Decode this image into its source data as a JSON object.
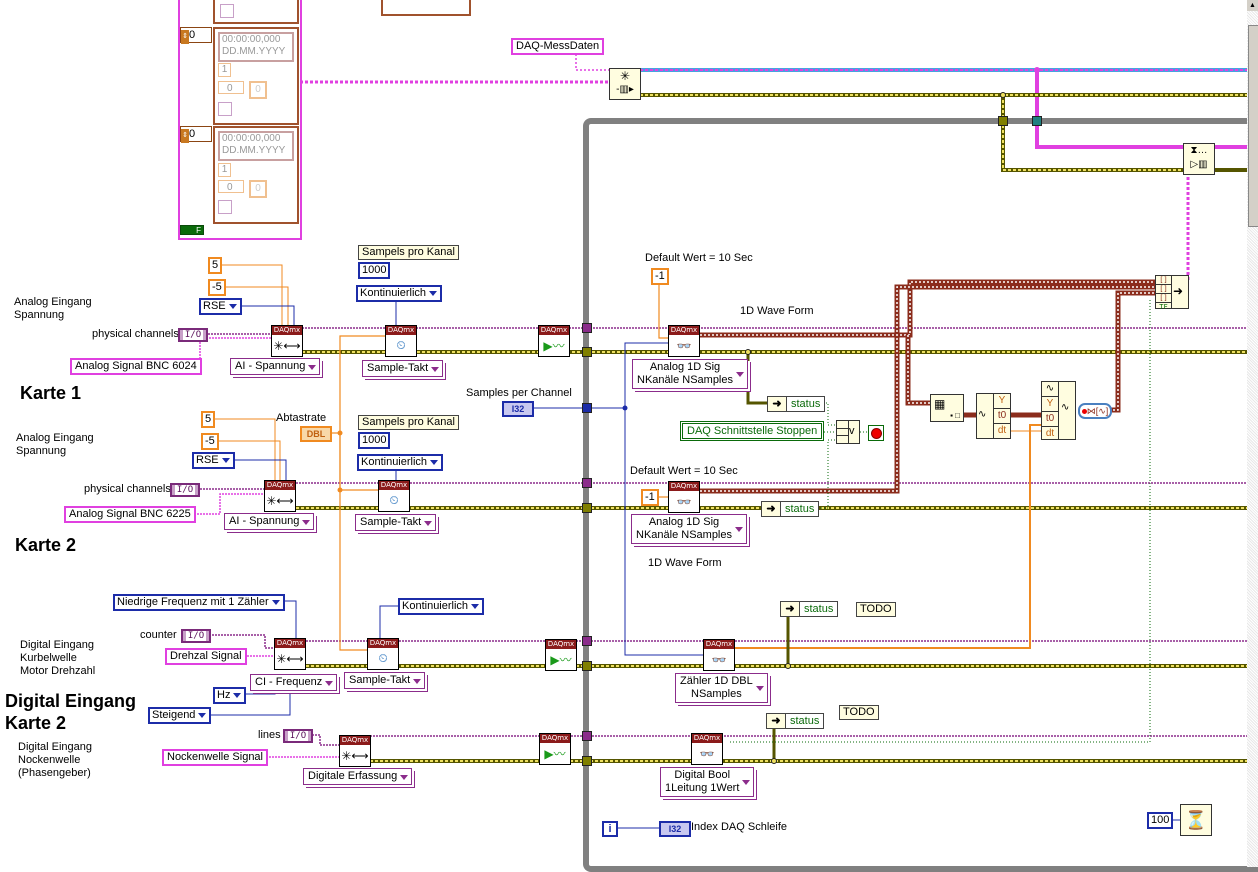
{
  "diagram": {
    "queue_name": "DAQ-MessDaten",
    "top_section": {
      "array_index_1": "0",
      "array_index_2": "0",
      "timestamp_text_1": "00:00:00,000",
      "timestamp_date_1": "DD.MM.YYYY",
      "timestamp_text_2": "00:00:00,000",
      "timestamp_date_2": "DD.MM.YYYY",
      "num_1a": "1",
      "num_1b": "0",
      "num_1c": "0",
      "num_2a": "1",
      "num_2b": "0",
      "num_2c": "0",
      "bool_const": "F"
    },
    "card1": {
      "title": "Karte 1",
      "desc_line1": "Analog Eingang",
      "desc_line2": "Spannung",
      "max_val": "5",
      "min_val": "-5",
      "terminal_config": "RSE",
      "physical_channels_label": "physical channels",
      "io_text": "I/O",
      "channel_name": "Analog Signal  BNC 6024",
      "task_type": "AI - Spannung",
      "samples_label": "Sampels pro Kanal",
      "samples_value": "1000",
      "mode": "Kontinuierlich",
      "timing": "Sample-Takt"
    },
    "card2": {
      "title": "Karte 2",
      "desc_line1": "Analog Eingang",
      "desc_line2": "Spannung",
      "max_val": "5",
      "min_val": "-5",
      "terminal_config": "RSE",
      "physical_channels_label": "physical channels",
      "io_text": "I/O",
      "channel_name": "Analog Signal  BNC 6225",
      "task_type": "AI - Spannung",
      "rate_label": "Abtastrate",
      "rate_type": "DBL",
      "samples_label": "Sampels pro Kanal",
      "samples_value": "1000",
      "mode": "Kontinuierlich",
      "timing": "Sample-Takt"
    },
    "digital": {
      "title_line1": "Digital Eingang",
      "title_line2": "Karte 2",
      "counter_desc_1": "Digital Eingang",
      "counter_desc_2": "Kurbelwelle",
      "counter_desc_3": "Motor Drehzahl",
      "freq_mode": "Niedrige Frequenz mit 1 Zähler",
      "counter_label": "counter",
      "io_text": "I/O",
      "counter_channel": "Drehzal Signal",
      "task_type": "CI - Frequenz",
      "unit": "Hz",
      "edge": "Steigend",
      "mode": "Kontinuierlich",
      "timing": "Sample-Takt",
      "lines_desc_1": "Digital Eingang",
      "lines_desc_2": "Nockenwelle",
      "lines_desc_3": "(Phasengeber)",
      "lines_label": "lines",
      "lines_channel": "Nockenwelle Signal",
      "lines_task": "Digitale Erfassung"
    },
    "loop": {
      "samples_per_channel_label": "Samples per Channel",
      "i32": "I32",
      "default_note_1": "Default Wert = 10 Sec",
      "default_note_2": "Default Wert = 10 Sec",
      "timeout_1": "-1",
      "timeout_2": "-1",
      "wave_label_1": "1D Wave Form",
      "wave_label_2": "1D Wave Form",
      "read1": "Analog 1D Sig\nNKanäle NSamples",
      "read1_l1": "Analog 1D Sig",
      "read1_l2": "NKanäle NSamples",
      "read2_l1": "Analog 1D Sig",
      "read2_l2": "NKanäle NSamples",
      "read3_l1": "Zähler 1D DBL",
      "read3_l2": "NSamples",
      "read4_l1": "Digital Bool",
      "read4_l2": "1Leitung 1Wert",
      "status_label": "status",
      "stop_label": "DAQ Schnittstelle Stoppen",
      "or_label": "v",
      "todo_1": "TODO",
      "todo_2": "TODO",
      "wf_y": "Y",
      "wf_t0": "t0",
      "wf_dt": "dt",
      "cluster_tf": "TF",
      "iteration": "i",
      "index_label": "Index DAQ Schleife",
      "wait_ms": "100"
    }
  }
}
